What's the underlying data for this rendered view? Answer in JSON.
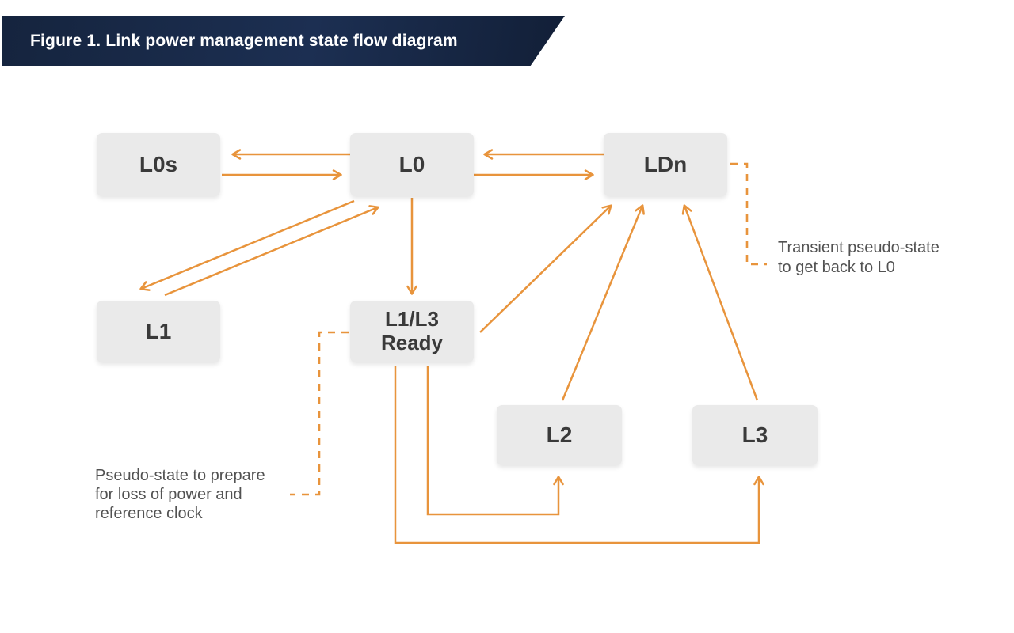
{
  "header": {
    "title": "Figure 1. Link power management state flow diagram"
  },
  "nodes": {
    "l0s": {
      "label": "L0s"
    },
    "l0": {
      "label": "L0"
    },
    "ldn": {
      "label": "LDn"
    },
    "l1": {
      "label": "L1"
    },
    "l1l3": {
      "label": "L1/L3\nReady"
    },
    "l2": {
      "label": "L2"
    },
    "l3": {
      "label": "L3"
    }
  },
  "annotations": {
    "transient": "Transient pseudo-state\nto get back to L0",
    "pseudo": "Pseudo-state to prepare\nfor loss of power and\nreference clock"
  },
  "edges": [
    {
      "from": "L0",
      "to": "L0s",
      "style": "solid"
    },
    {
      "from": "L0s",
      "to": "L0",
      "style": "solid"
    },
    {
      "from": "LDn",
      "to": "L0",
      "style": "solid"
    },
    {
      "from": "L0",
      "to": "LDn",
      "style": "solid"
    },
    {
      "from": "L0",
      "to": "L1",
      "style": "solid"
    },
    {
      "from": "L1",
      "to": "L0",
      "style": "solid"
    },
    {
      "from": "L0",
      "to": "L1/L3 Ready",
      "style": "solid"
    },
    {
      "from": "L1/L3 Ready",
      "to": "LDn",
      "style": "solid"
    },
    {
      "from": "L2",
      "to": "LDn",
      "style": "solid"
    },
    {
      "from": "L3",
      "to": "LDn",
      "style": "solid"
    },
    {
      "from": "L1/L3 Ready",
      "to": "L2",
      "style": "solid"
    },
    {
      "from": "L1/L3 Ready",
      "to": "L3",
      "style": "solid"
    },
    {
      "from": "LDn",
      "to": "Transient pseudo-state note",
      "style": "dashed"
    },
    {
      "from": "L1/L3 Ready",
      "to": "Pseudo-state note",
      "style": "dashed"
    }
  ],
  "colors": {
    "accent_orange": "#E8943C",
    "banner_navy": "#16263F",
    "node_fill": "#EAEAEA",
    "node_text": "#3A3A3A",
    "annotation_text": "#525252",
    "title_text": "#FFFFFF",
    "background": "#FFFFFF"
  }
}
